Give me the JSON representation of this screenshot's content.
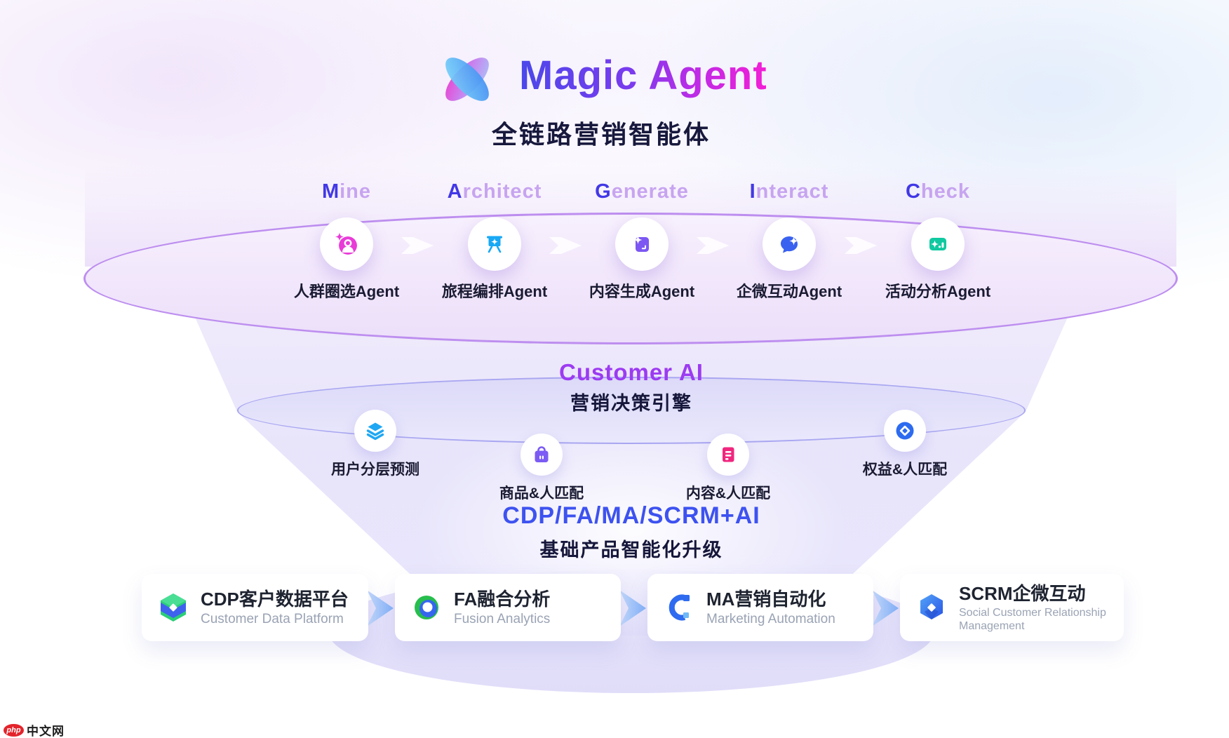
{
  "header": {
    "title": "Magic Agent",
    "subtitle": "全链路营销智能体"
  },
  "stages": [
    {
      "title_first": "M",
      "title_rest": "ine",
      "label": "人群圈选Agent",
      "icon": "user-sparkle-icon",
      "color": "#E93BD8"
    },
    {
      "title_first": "A",
      "title_rest": "rchitect",
      "label": "旅程编排Agent",
      "icon": "journey-board-icon",
      "color": "#18A8F5"
    },
    {
      "title_first": "G",
      "title_rest": "enerate",
      "label": "内容生成Agent",
      "icon": "content-note-icon",
      "color": "#7C57F2"
    },
    {
      "title_first": "I",
      "title_rest": "nteract",
      "label": "企微互动Agent",
      "icon": "chat-sparkle-icon",
      "color": "#3A62F0"
    },
    {
      "title_first": "C",
      "title_rest": "heck",
      "label": "活动分析Agent",
      "icon": "analytics-sparkle-icon",
      "color": "#10C9A0"
    }
  ],
  "decision_engine": {
    "title": "Customer AI",
    "subtitle": "营销决策引擎",
    "items": [
      {
        "label": "用户分层预测",
        "icon": "layers-icon",
        "color": "#1FA7F3"
      },
      {
        "label": "商品&人匹配",
        "icon": "shopping-bag-icon",
        "color": "#7B5BF4"
      },
      {
        "label": "内容&人匹配",
        "icon": "document-icon",
        "color": "#F0267E"
      },
      {
        "label": "权益&人匹配",
        "icon": "diamond-circle-icon",
        "color": "#2D6BF0"
      }
    ]
  },
  "foundation": {
    "title": "CDP/FA/MA/SCRM+AI",
    "subtitle": "基础产品智能化升级",
    "products": [
      {
        "title": "CDP客户数据平台",
        "subtitle": "Customer Data Platform",
        "icon": "cdp-cube-icon"
      },
      {
        "title": "FA融合分析",
        "subtitle": "Fusion Analytics",
        "icon": "fa-swirl-icon"
      },
      {
        "title": "MA营销自动化",
        "subtitle": "Marketing Automation",
        "icon": "ma-logo-icon"
      },
      {
        "title": "SCRM企微互动",
        "subtitle": "Social Customer Relationship Management",
        "icon": "scrm-hexagon-icon"
      }
    ]
  },
  "watermark": {
    "badge": "php",
    "text": "中文网"
  },
  "colors": {
    "title_gradient_start": "#4B48EA",
    "title_gradient_end": "#F41ED6",
    "stage_initial": "#4238E6",
    "stage_rest": "#C7A4F0",
    "top_disc_border": "#BD8EEF",
    "customer_disc_border": "#A9A6F1",
    "customer_ai": "#9C3BF2",
    "foundation_headline": "#3D52F0",
    "dark_text": "#17183C",
    "card_subtitle_gray": "#9AA3B4",
    "watermark_red": "#E3242B"
  }
}
